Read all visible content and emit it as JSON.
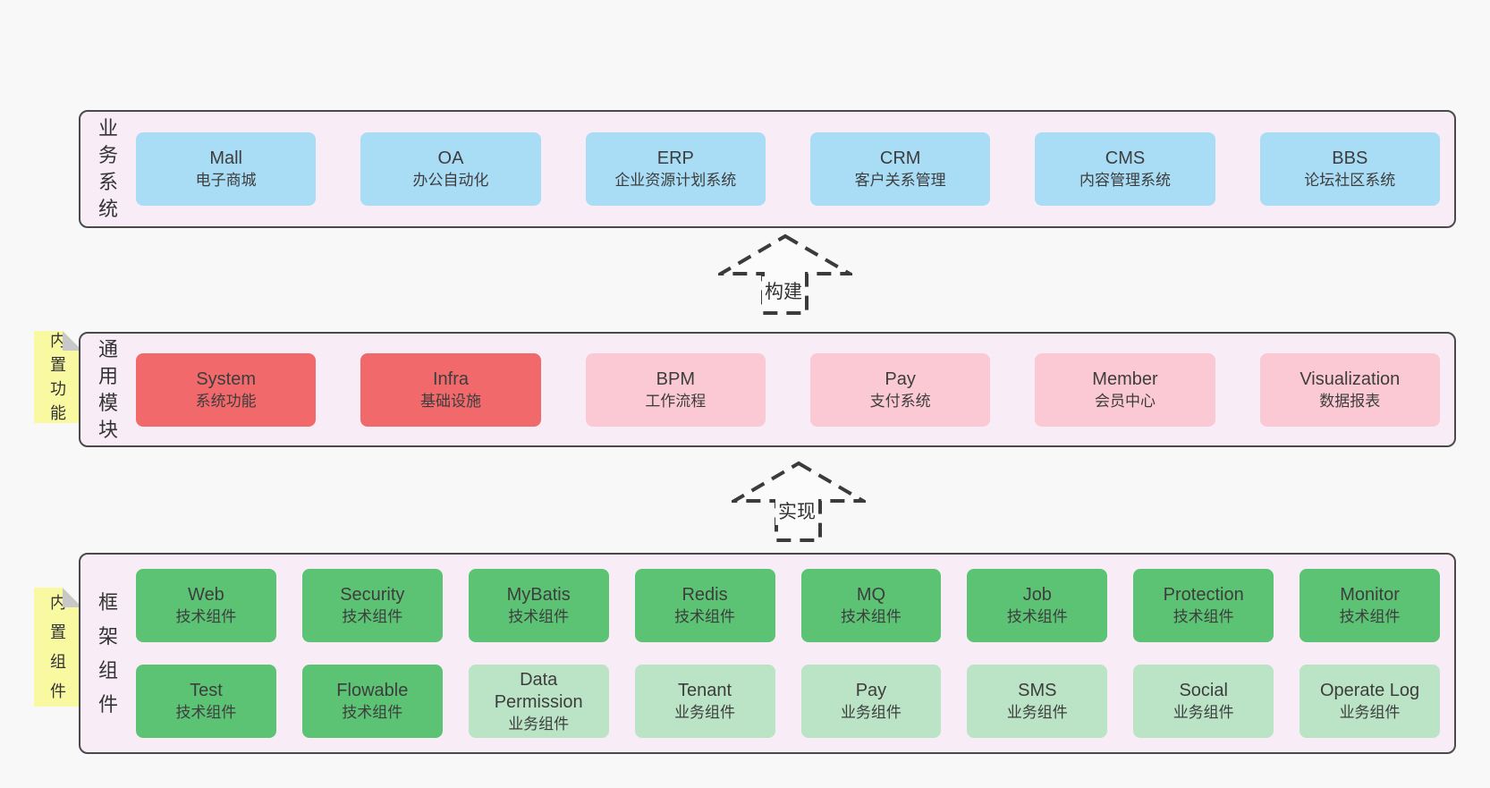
{
  "diagram": {
    "layers": [
      {
        "label": "业务系统",
        "rows": [
          [
            {
              "title": "Mall",
              "subtitle": "电子商城",
              "variant": "blue"
            },
            {
              "title": "OA",
              "subtitle": "办公自动化",
              "variant": "blue"
            },
            {
              "title": "ERP",
              "subtitle": "企业资源计划系统",
              "variant": "blue"
            },
            {
              "title": "CRM",
              "subtitle": "客户关系管理",
              "variant": "blue"
            },
            {
              "title": "CMS",
              "subtitle": "内容管理系统",
              "variant": "blue"
            },
            {
              "title": "BBS",
              "subtitle": "论坛社区系统",
              "variant": "blue"
            }
          ]
        ]
      },
      {
        "label": "通用模块",
        "sticky": "内置功能",
        "rows": [
          [
            {
              "title": "System",
              "subtitle": "系统功能",
              "variant": "red"
            },
            {
              "title": "Infra",
              "subtitle": "基础设施",
              "variant": "red"
            },
            {
              "title": "BPM",
              "subtitle": "工作流程",
              "variant": "pink"
            },
            {
              "title": "Pay",
              "subtitle": "支付系统",
              "variant": "pink"
            },
            {
              "title": "Member",
              "subtitle": "会员中心",
              "variant": "pink"
            },
            {
              "title": "Visualization",
              "subtitle": "数据报表",
              "variant": "pink"
            }
          ]
        ]
      },
      {
        "label": "框架组件",
        "sticky": "内置组件",
        "rows": [
          [
            {
              "title": "Web",
              "subtitle": "技术组件",
              "variant": "green"
            },
            {
              "title": "Security",
              "subtitle": "技术组件",
              "variant": "green"
            },
            {
              "title": "MyBatis",
              "subtitle": "技术组件",
              "variant": "green"
            },
            {
              "title": "Redis",
              "subtitle": "技术组件",
              "variant": "green"
            },
            {
              "title": "MQ",
              "subtitle": "技术组件",
              "variant": "green"
            },
            {
              "title": "Job",
              "subtitle": "技术组件",
              "variant": "green"
            },
            {
              "title": "Protection",
              "subtitle": "技术组件",
              "variant": "green"
            },
            {
              "title": "Monitor",
              "subtitle": "技术组件",
              "variant": "green"
            }
          ],
          [
            {
              "title": "Test",
              "subtitle": "技术组件",
              "variant": "green"
            },
            {
              "title": "Flowable",
              "subtitle": "技术组件",
              "variant": "green"
            },
            {
              "title": "Data Permission",
              "subtitle": "业务组件",
              "variant": "green_light"
            },
            {
              "title": "Tenant",
              "subtitle": "业务组件",
              "variant": "green_light"
            },
            {
              "title": "Pay",
              "subtitle": "业务组件",
              "variant": "green_light"
            },
            {
              "title": "SMS",
              "subtitle": "业务组件",
              "variant": "green_light"
            },
            {
              "title": "Social",
              "subtitle": "业务组件",
              "variant": "green_light"
            },
            {
              "title": "Operate Log",
              "subtitle": "业务组件",
              "variant": "green_light"
            }
          ]
        ]
      }
    ],
    "arrows": [
      {
        "label": "构建"
      },
      {
        "label": "实现"
      }
    ],
    "colors": {
      "page_bg": "#f8f8f8",
      "layer_bg": "#f8ecf6",
      "border": "#4a4a4a",
      "text": "#3d3d3d",
      "blue": "#a9dcf5",
      "red": "#f1696b",
      "pink": "#fbc9d4",
      "green": "#5cc374",
      "green_light": "#bae4c5",
      "sticky": "#f9f9a1",
      "sticky_fold": "#c8c8c8"
    }
  }
}
